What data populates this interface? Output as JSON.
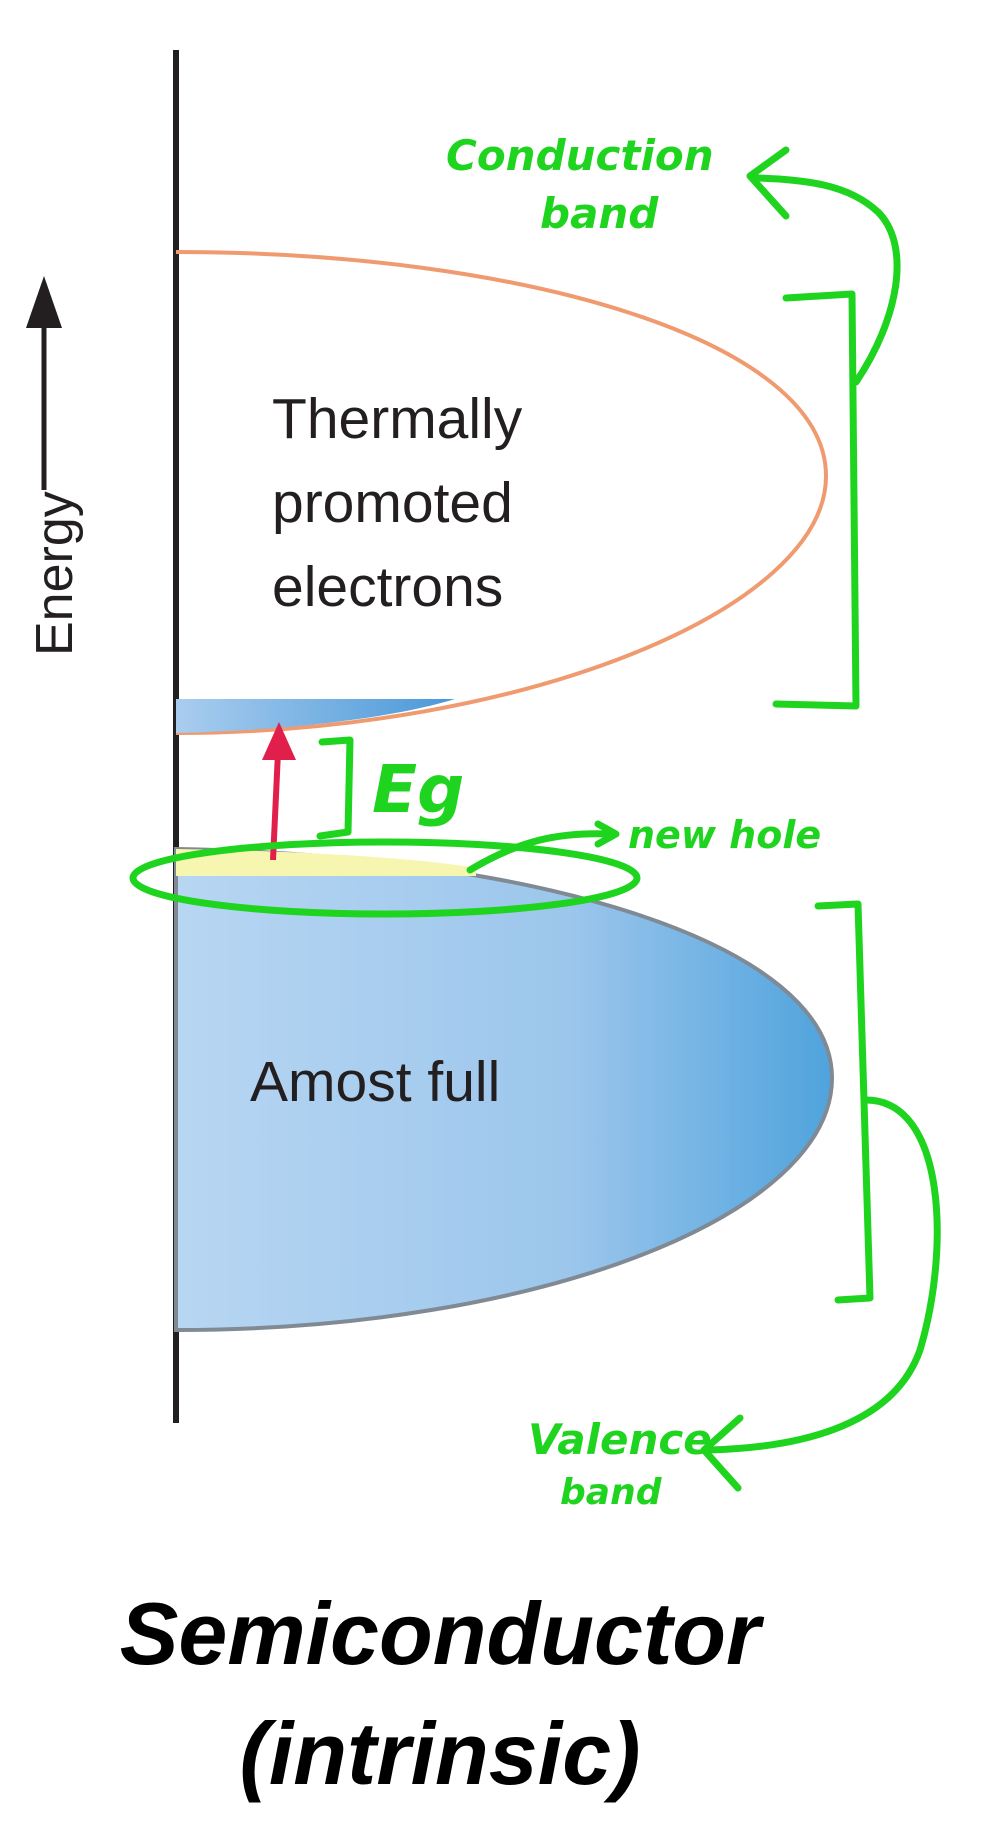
{
  "axis": {
    "label": "Energy"
  },
  "bands": {
    "conduction": {
      "text_line1": "Thermally",
      "text_line2": "promoted",
      "text_line3": "electrons"
    },
    "valence": {
      "text": "Amost full"
    }
  },
  "annotations": {
    "conduction_line1": "Conduction",
    "conduction_line2": "band",
    "gap_label": "Eg",
    "hole_label": "new hole",
    "valence_line1": "Valence",
    "valence_line2": "band"
  },
  "caption": {
    "line1": "Semiconductor",
    "line2": "(intrinsic)"
  },
  "colors": {
    "conduction_outline": "#f09a70",
    "valence_fill_light": "#a9cdef",
    "valence_fill_dark": "#4fa3dd",
    "valence_outline": "#808a94",
    "hole_fill": "#f7f6b0",
    "excitation_arrow": "#e0204a",
    "ink_green": "#1fd41f"
  }
}
